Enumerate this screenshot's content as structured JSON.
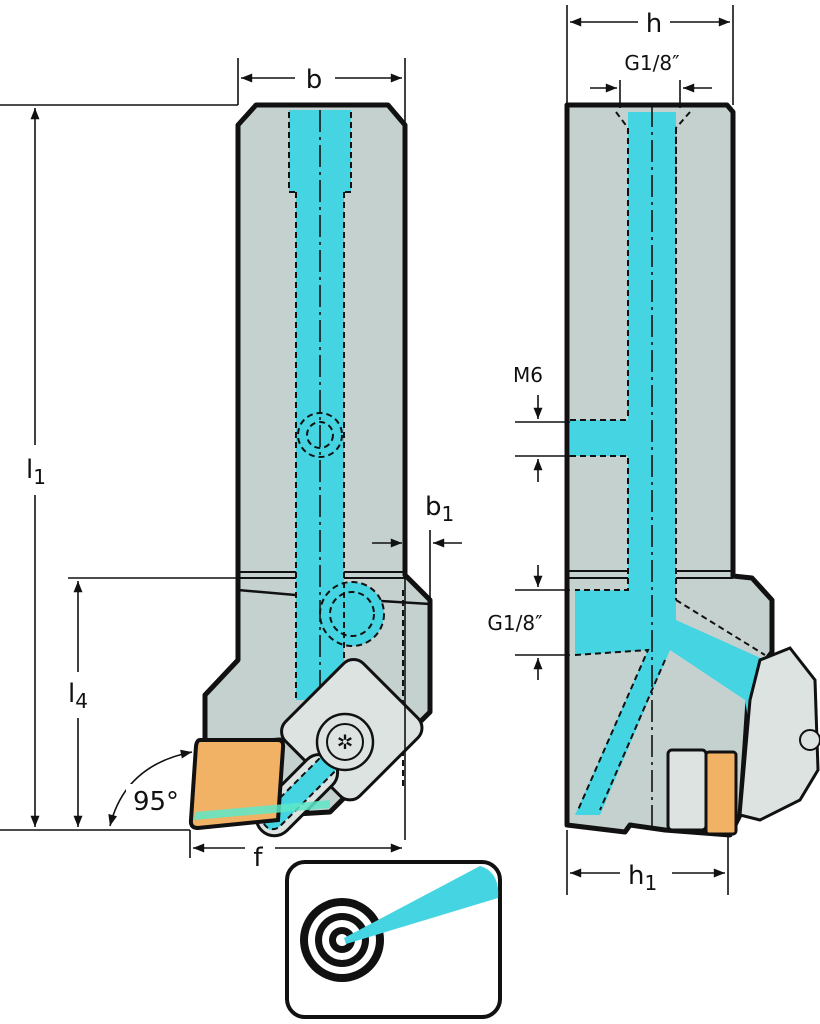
{
  "labels": {
    "b": "b",
    "h": "h",
    "g18_top": "G1/8″",
    "l1_main": "l",
    "l1_sub": "1",
    "b1_main": "b",
    "b1_sub": "1",
    "m6": "M6",
    "g18_side": "G1/8″",
    "l4_main": "l",
    "l4_sub": "4",
    "angle": "95°",
    "f": "f",
    "h1_main": "h",
    "h1_sub": "1"
  },
  "colors": {
    "body": "#c5d1cf",
    "coolant": "#45d4e2",
    "insert": "#f2b266",
    "clamp": "#dde3e1",
    "edge_highlight": "#5de8c8"
  },
  "icons": [
    "coolant-target-icon"
  ]
}
